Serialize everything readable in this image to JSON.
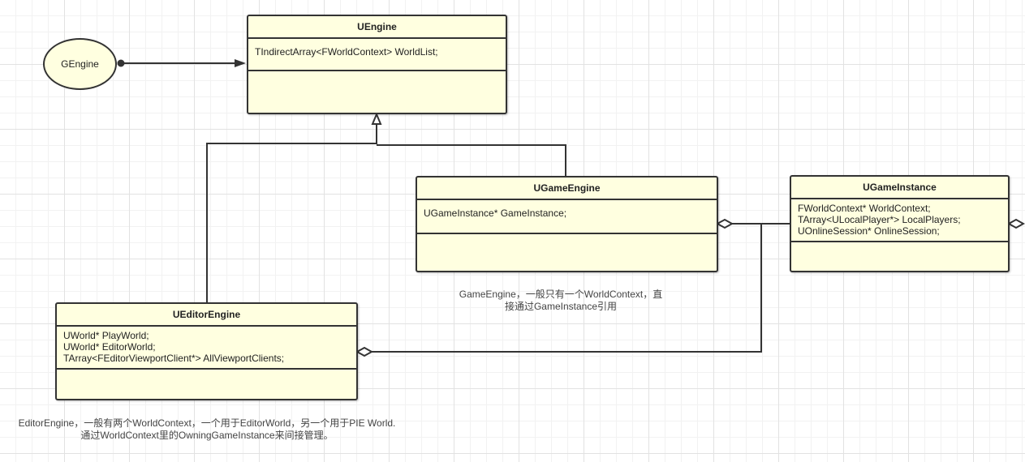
{
  "gengine": {
    "label": "GEngine"
  },
  "uengine": {
    "title": "UEngine",
    "attributes": [
      "TIndirectArray<FWorldContext> WorldList;"
    ]
  },
  "ugameengine": {
    "title": "UGameEngine",
    "attributes": [
      "UGameInstance* GameInstance;"
    ]
  },
  "ugameinstance": {
    "title": "UGameInstance",
    "attributes": [
      "FWorldContext* WorldContext;",
      "TArray<ULocalPlayer*> LocalPlayers;",
      "UOnlineSession* OnlineSession;"
    ]
  },
  "ueditorengine": {
    "title": "UEditorEngine",
    "attributes": [
      "UWorld* PlayWorld;",
      "UWorld* EditorWorld;",
      "TArray<FEditorViewportClient*> AllViewportClients;"
    ]
  },
  "notes": {
    "game_engine": [
      "GameEngine，一般只有一个WorldContext，直",
      "接通过GameInstance引用"
    ],
    "editor_engine": [
      "EditorEngine，一般有两个WorldContext，一个用于EditorWorld，另一个用于PIE World.",
      "通过WorldContext里的OwningGameInstance来间接管理。"
    ]
  },
  "colors": {
    "class_fill": "#ffffe0",
    "line": "#333333",
    "grid": "#e2e2e2"
  }
}
